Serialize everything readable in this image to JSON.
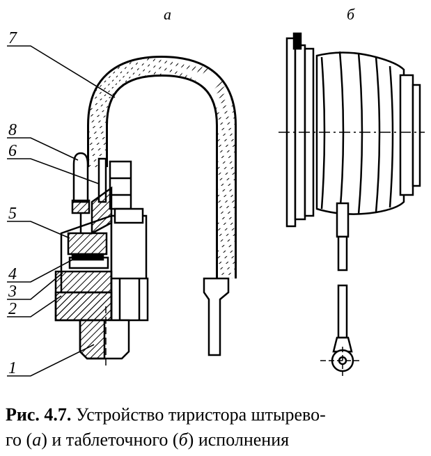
{
  "view_labels": {
    "a": "а",
    "b": "б"
  },
  "callouts": [
    "7",
    "8",
    "6",
    "5",
    "4",
    "3",
    "2",
    "1"
  ],
  "caption": {
    "prefix": "Рис. 4.7.",
    "line1": "Устройство тиристора штырево-",
    "line2_start": "го (",
    "a": "а",
    "mid": ") и таблеточного (",
    "b": "б",
    "end": ") исполнения"
  }
}
